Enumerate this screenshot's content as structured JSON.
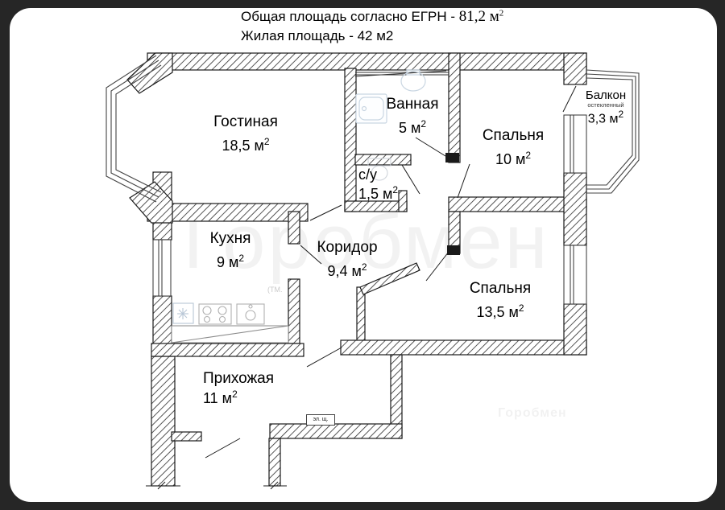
{
  "title": {
    "line1_label": "Общая площадь согласно ЕГРН - ",
    "line1_value": "81,2 м",
    "line1_sup": "2",
    "line2": "Жилая площадь - 42 м2"
  },
  "watermark": {
    "text": "Горобмен",
    "corner_text": "Горобмен"
  },
  "rooms": [
    {
      "name": "Гостиная",
      "area": "18,5 м",
      "sup": "2"
    },
    {
      "name": "Ванная",
      "area": "5 м",
      "sup": "2"
    },
    {
      "name": "Спальня",
      "area": "10 м",
      "sup": "2"
    },
    {
      "name": "Балкон",
      "note": "остекленный",
      "area": "3,3 м",
      "sup": "2"
    },
    {
      "name": "с/у",
      "area": "1,5 м",
      "sup": "2"
    },
    {
      "name": "Кухня",
      "area": "9 м",
      "sup": "2"
    },
    {
      "name": "Коридор",
      "area": "9,4 м",
      "sup": "2"
    },
    {
      "name": "Спальня",
      "area": "13,5 м",
      "sup": "2"
    },
    {
      "name": "Прихожая",
      "area": "11 м",
      "sup": "2"
    }
  ],
  "annotations": {
    "electrical_panel": "эл. щ.",
    "faint_text": "(ТМ."
  },
  "colors": {
    "frame": "#262626",
    "wall_stroke": "#1a1a1a",
    "fixture": "#c9d6e2"
  }
}
